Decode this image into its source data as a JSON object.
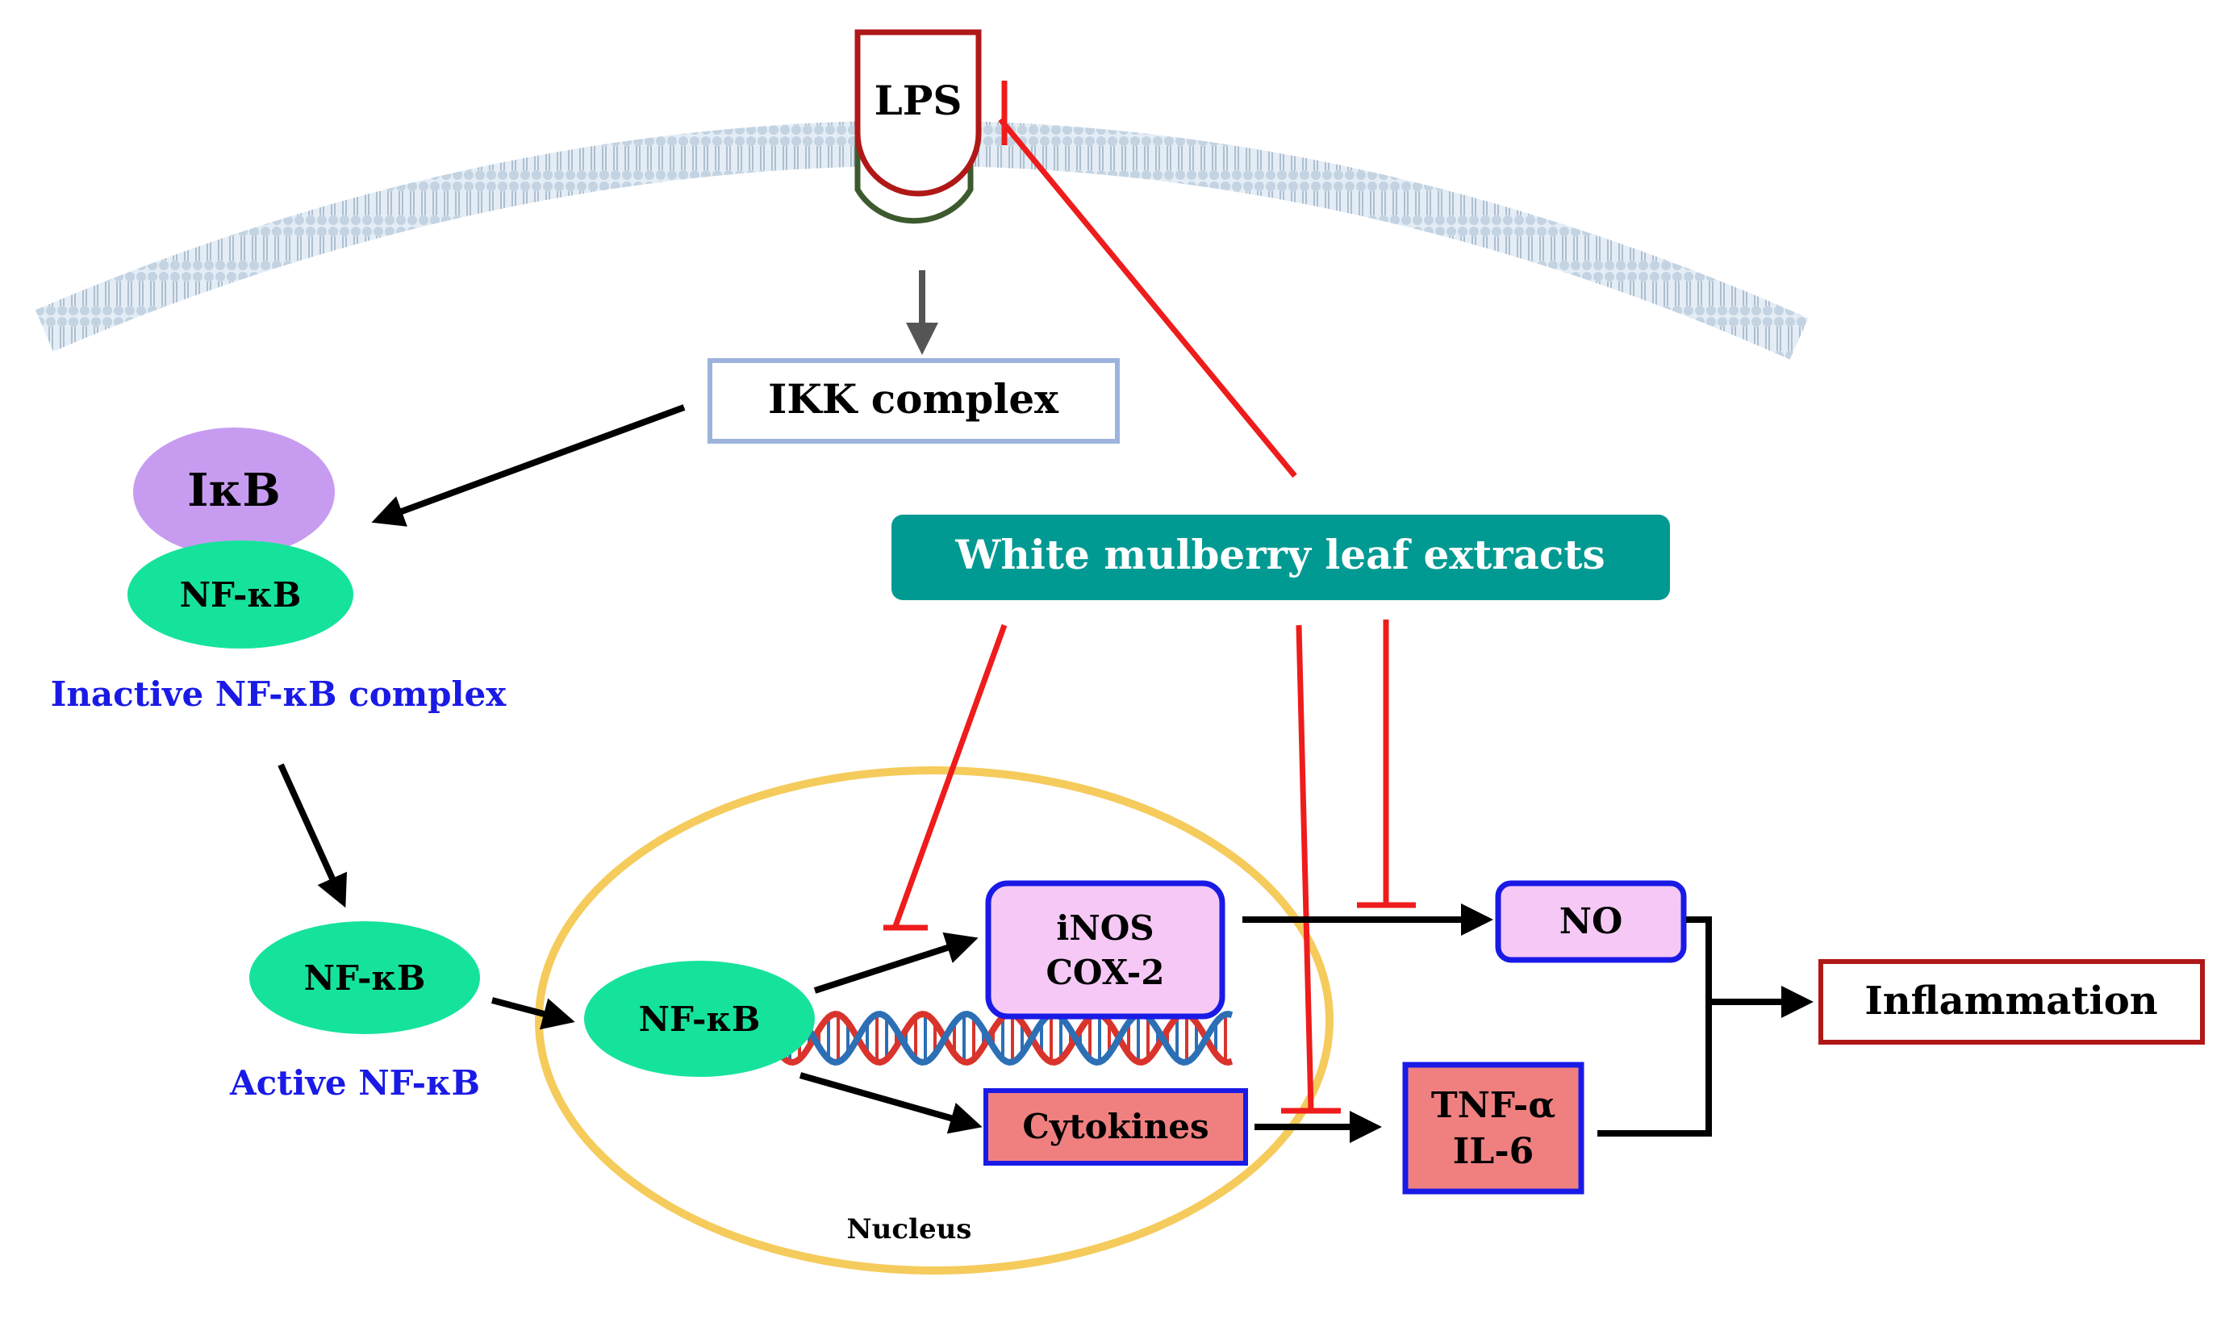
{
  "labels": {
    "lps": "LPS",
    "ikk_complex": "IKK complex",
    "ikb": "IκB",
    "nfkb_inactive": "NF-κB",
    "inactive_complex": "Inactive NF-κB complex",
    "nfkb_active": "NF-κB",
    "active_nfkb": "Active NF-κB",
    "nfkb_nucleus": "NF-κB",
    "extract": "White mulberry leaf extracts",
    "inos": "iNOS",
    "cox2": "COX-2",
    "cytokines": "Cytokines",
    "no": "NO",
    "tnf": "TNF-α",
    "il6": "IL-6",
    "inflammation": "Inflammation",
    "nucleus": "Nucleus"
  },
  "colors": {
    "membrane": "#c8d7e5",
    "lps_outline": "#b01818",
    "receptor_outline": "#3d5a2e",
    "ikk_border": "#9db3dc",
    "ikb_fill": "#c79cf0",
    "nfkb_fill": "#16e39b",
    "blue_text": "#1a1ae6",
    "extract_fill": "#009a92",
    "inhibit_red": "#ee1c1c",
    "pink_fill": "#f5c8f5",
    "salmon_fill": "#f08080",
    "box_blue": "#1a1ae6",
    "nucleus_ring": "#f5cb5c",
    "inflammation_border": "#b01818",
    "dna_red": "#d8342c",
    "dna_blue": "#2c6fb5",
    "arrow_black": "#000000",
    "arrow_gray": "#555555"
  }
}
